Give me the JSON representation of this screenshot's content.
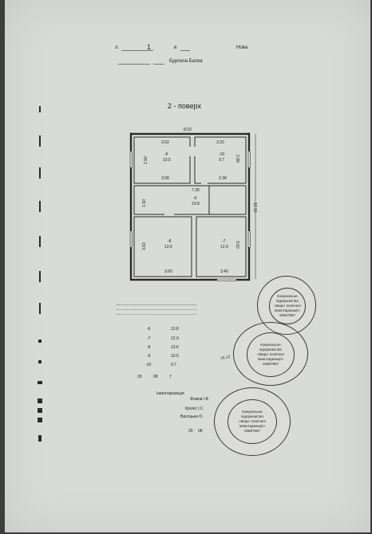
{
  "header": {
    "prefix_left": "л.",
    "number": "1",
    "word_in": "в",
    "header_right": "Нова",
    "line2_left": "",
    "address": "Бурлача Балка"
  },
  "floor_title": "2 - поверх",
  "plan": {
    "overall_width": "8.03",
    "overall_height": "12.10",
    "dims": {
      "r6_top": "3.62",
      "r6_bottom": "3.58",
      "r6_side": "2.90",
      "r10_top": "3.20",
      "r10_bottom": "3.38",
      "r10_side": "2.88",
      "hall_width": "7.28",
      "hall_side": "1.90",
      "r8_side": "3.83",
      "r8_bottom": "3.60",
      "r7_side": "3.60",
      "r7_bottom": "3.40"
    },
    "rooms": [
      {
        "id": "r6",
        "number": "-6",
        "area": "10.5"
      },
      {
        "id": "r10",
        "number": "-10",
        "area": "9.7"
      },
      {
        "id": "hall",
        "number": "-6",
        "area": "13.8"
      },
      {
        "id": "r8",
        "number": "-8",
        "area": "13.6"
      },
      {
        "id": "r7",
        "number": "-7",
        "area": "12.9"
      }
    ]
  },
  "table": {
    "rows": [
      {
        "num": "-6",
        "area": "13.8"
      },
      {
        "num": "-7",
        "area": "12.9"
      },
      {
        "num": "-8",
        "area": "13.6"
      },
      {
        "num": "-9",
        "area": "10.5"
      },
      {
        "num": "-10",
        "area": "9.7"
      }
    ],
    "footer": [
      "29",
      "08",
      "7"
    ]
  },
  "signatures": {
    "label": "Інвентаризація",
    "names": [
      "Фомов І.В",
      "Кроліс І.С",
      "Висоцька О."
    ],
    "date": [
      "29",
      "08"
    ],
    "note": "15.12"
  },
  "stamps": {
    "s1": [
      "Комунальне",
      "підприємство",
      "«Бюро технічної",
      "інвентаризації»",
      "20667967"
    ],
    "s2": [
      "Комунальне",
      "підприємство",
      "«Бюро технічної",
      "інвентаризації»",
      "20667967"
    ],
    "s3": [
      "Комунальне",
      "підприємство",
      "«Бюро технічної",
      "інвентаризації»",
      "20667967"
    ]
  },
  "colors": {
    "paper": "#d9dbd7",
    "background": "#3c3f3b",
    "ink": "#1e1e1e"
  }
}
